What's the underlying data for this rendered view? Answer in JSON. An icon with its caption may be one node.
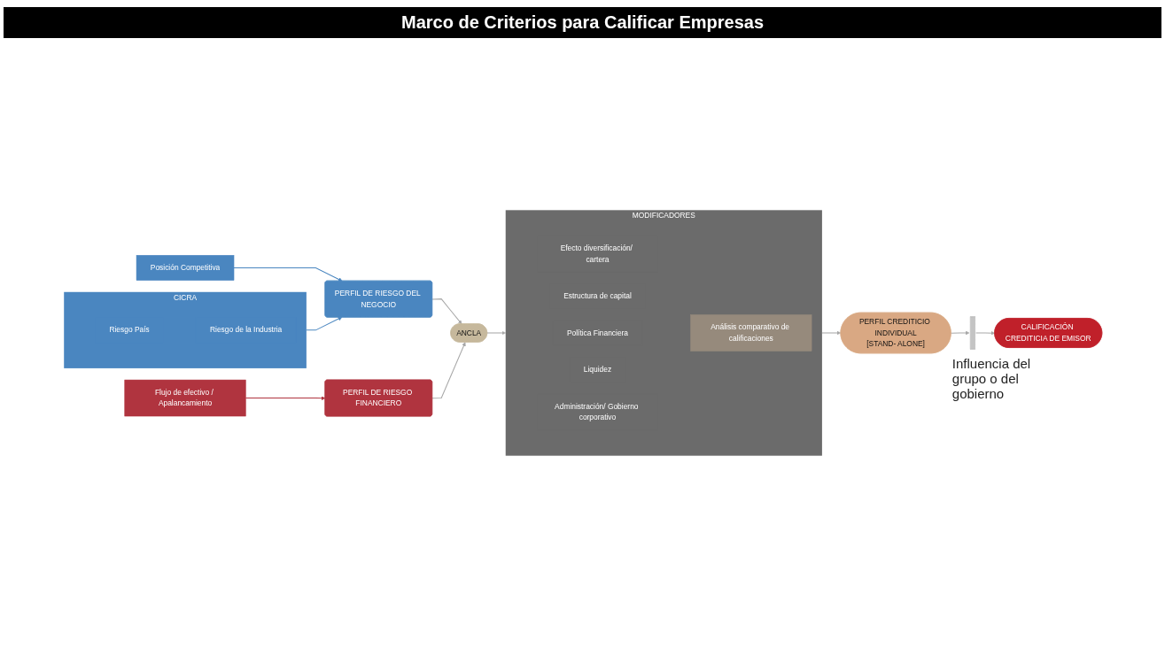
{
  "diagram": {
    "title": "Marco de Criterios para Calificar Empresas",
    "nodes": [
      {
        "text": [
          "CICRA"
        ]
      },
      {
        "text": [
          "Riesgo País"
        ],
        "in": 0
      },
      {
        "text": [
          "Riesgo de la Industria"
        ],
        "in": 0
      },
      {
        "text": [
          "Posición Competitiva"
        ]
      },
      {
        "text": [
          "PERFIL DE RIESGO DEL NEGOCIO"
        ]
      },
      {
        "text": [
          "Flujo de efectivo / Apalancamiento"
        ]
      },
      {
        "text": [
          "PERFIL DE RIESGO FINANCIERO"
        ]
      },
      {
        "text": [
          "ANCLA"
        ]
      },
      {
        "text": [
          "MODIFICADORES"
        ]
      },
      {
        "text": [
          "Efecto diversificación/ cartera"
        ],
        "in": 8
      },
      {
        "text": [
          "Estructura de capital"
        ],
        "in": 8
      },
      {
        "text": [
          "Política Financiera"
        ],
        "in": 8
      },
      {
        "text": [
          "Liquidez"
        ],
        "in": 8
      },
      {
        "text": [
          "Administración/ Gobierno corporativo"
        ],
        "in": 8
      },
      {
        "text": [
          "Análisis comparativo de calificaciones"
        ],
        "in": 8
      },
      {
        "text": [
          "PERFIL CREDITICIO INDIVIDUAL",
          "[STAND- ALONE]"
        ]
      },
      {
        "text": [],
        "shape": "bar",
        "beside": [
          "Influencia del grupo o del gobierno"
        ]
      },
      {
        "text": [
          "CALIFICACIÓN CREDITICIA DE EMISOR"
        ]
      }
    ],
    "edges": [
      {
        "from": 0,
        "to": 4,
        "arrow": "to",
        "color": "#4a86c0"
      },
      {
        "from": 3,
        "to": 4,
        "arrow": "to",
        "color": "#4a86c0"
      },
      {
        "from": 5,
        "to": 6,
        "arrow": "to",
        "color": "#b0343f"
      },
      {
        "from": 4,
        "to": 7,
        "arrow": "to"
      },
      {
        "from": 6,
        "to": 7,
        "arrow": "to"
      },
      {
        "from": 7,
        "to": 8,
        "arrow": "to"
      },
      {
        "from": 8,
        "to": 15,
        "arrow": "to"
      },
      {
        "from": 15,
        "to": 16,
        "arrow": "to"
      },
      {
        "from": 16,
        "to": 17,
        "arrow": "to"
      }
    ]
  }
}
